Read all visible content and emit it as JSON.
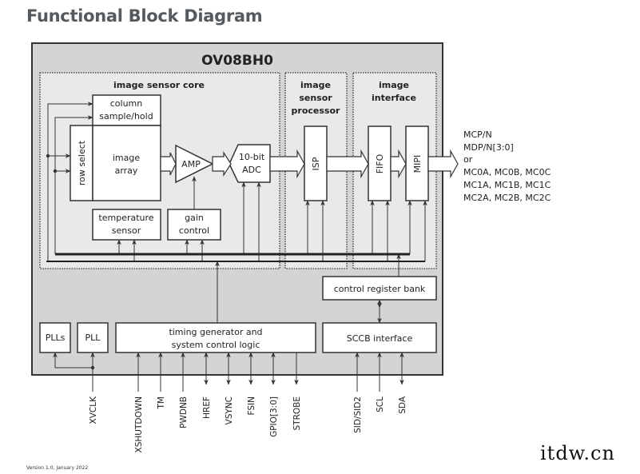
{
  "title": "Functional Block Diagram",
  "chip": {
    "name": "OV08BH0"
  },
  "regions": {
    "sensor_core": "image sensor core",
    "processor": [
      "image",
      "sensor",
      "processor"
    ],
    "interface": [
      "image",
      "interface"
    ]
  },
  "blocks": {
    "column_sample_hold": [
      "column",
      "sample/hold"
    ],
    "row_select": "row select",
    "image_array": [
      "image",
      "array"
    ],
    "amp": "AMP",
    "adc": [
      "10-bit",
      "ADC"
    ],
    "isp": "ISP",
    "fifo": "FIFO",
    "mipi": "MIPI",
    "temperature_sensor": [
      "temperature",
      "sensor"
    ],
    "gain_control": [
      "gain",
      "control"
    ],
    "control_register_bank": "control register bank",
    "plls": "PLLs",
    "pll": "PLL",
    "timing_generator": [
      "timing generator and",
      "system control logic"
    ],
    "sccb_interface": "SCCB interface"
  },
  "outputs": [
    "MCP/N",
    "MDP/N[3:0]",
    "or",
    "MC0A, MC0B, MC0C",
    "MC1A, MC1B, MC1C",
    "MC2A, MC2B, MC2C"
  ],
  "pins": {
    "clock": [
      "XVCLK"
    ],
    "control": [
      "XSHUTDOWN",
      "TM",
      "PWDNB",
      "HREF",
      "VSYNC",
      "FSIN",
      "GPIO[3:0]",
      "STROBE"
    ],
    "sccb": [
      "SID/SID2",
      "SCL",
      "SDA"
    ]
  },
  "footer": {
    "version": "Version 1.0, January 2022"
  },
  "watermark": "itdw.cn",
  "colors": {
    "chip_bg": "#d3d4d6",
    "region_bg": "#e9e9ea",
    "block_bg": "#ffffff",
    "line": "#333333",
    "title": "#555a5e"
  }
}
